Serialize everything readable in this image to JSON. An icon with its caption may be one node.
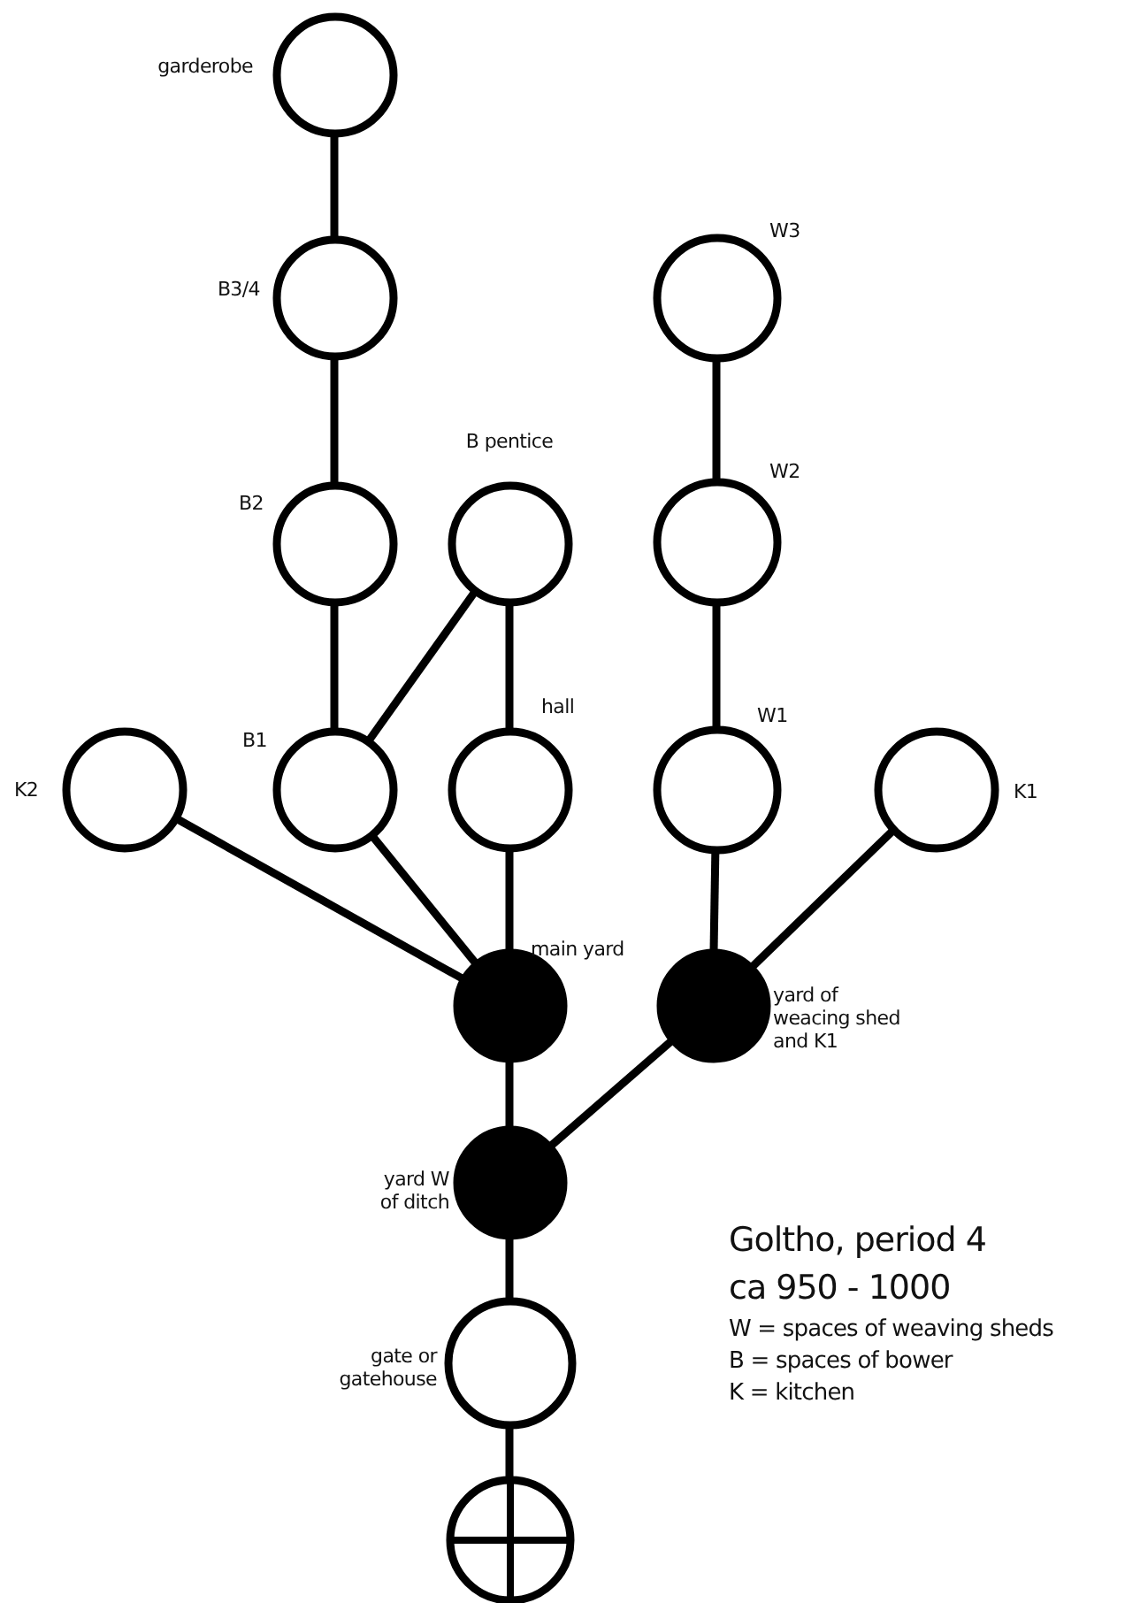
{
  "diagram": {
    "title": "Goltho, period 4",
    "nodes": [
      {
        "text": [],
        "shape": "circle",
        "beside": [
          "garderobe"
        ]
      },
      {
        "text": [],
        "shape": "circle",
        "beside": [
          "B3/4"
        ]
      },
      {
        "text": [],
        "shape": "circle",
        "beside": [
          "W3"
        ]
      },
      {
        "text": [],
        "shape": "circle",
        "beside": [
          "B2"
        ]
      },
      {
        "text": [],
        "shape": "circle",
        "beside": [
          "B pentice"
        ]
      },
      {
        "text": [],
        "shape": "circle",
        "beside": [
          "W2"
        ]
      },
      {
        "text": [],
        "shape": "circle",
        "beside": [
          "K2"
        ]
      },
      {
        "text": [],
        "shape": "circle",
        "beside": [
          "B1"
        ]
      },
      {
        "text": [],
        "shape": "circle",
        "beside": [
          "hall"
        ]
      },
      {
        "text": [],
        "shape": "circle",
        "beside": [
          "W1"
        ]
      },
      {
        "text": [],
        "shape": "circle",
        "beside": [
          "K1"
        ]
      },
      {
        "text": [],
        "shape": "dot",
        "beside": [
          "main yard"
        ]
      },
      {
        "text": [],
        "shape": "dot",
        "beside": [
          "yard of weacing shed and K1"
        ]
      },
      {
        "text": [],
        "shape": "dot",
        "beside": [
          "yard W of ditch"
        ]
      },
      {
        "text": [],
        "shape": "circle",
        "beside": [
          "gate or gatehouse"
        ]
      },
      {
        "text": [],
        "shape": "cross"
      }
    ],
    "edges": [
      {
        "from": 0,
        "to": 1,
        "arrow": "none"
      },
      {
        "from": 1,
        "to": 3,
        "arrow": "none"
      },
      {
        "from": 3,
        "to": 7,
        "arrow": "none"
      },
      {
        "from": 4,
        "to": 7,
        "arrow": "none"
      },
      {
        "from": 4,
        "to": 8,
        "arrow": "none"
      },
      {
        "from": 2,
        "to": 5,
        "arrow": "none"
      },
      {
        "from": 5,
        "to": 9,
        "arrow": "none"
      },
      {
        "from": 6,
        "to": 11,
        "arrow": "none"
      },
      {
        "from": 7,
        "to": 11,
        "arrow": "none"
      },
      {
        "from": 8,
        "to": 11,
        "arrow": "none"
      },
      {
        "from": 9,
        "to": 12,
        "arrow": "none"
      },
      {
        "from": 10,
        "to": 12,
        "arrow": "none"
      },
      {
        "from": 11,
        "to": 13,
        "arrow": "none"
      },
      {
        "from": 12,
        "to": 13,
        "arrow": "none"
      },
      {
        "from": 13,
        "to": 14,
        "arrow": "none"
      },
      {
        "from": 14,
        "to": 15,
        "arrow": "none"
      }
    ],
    "labels": [
      "ca 950 - 1000",
      "W = spaces of weaving sheds",
      "B = spaces of bower",
      "K = kitchen"
    ]
  }
}
